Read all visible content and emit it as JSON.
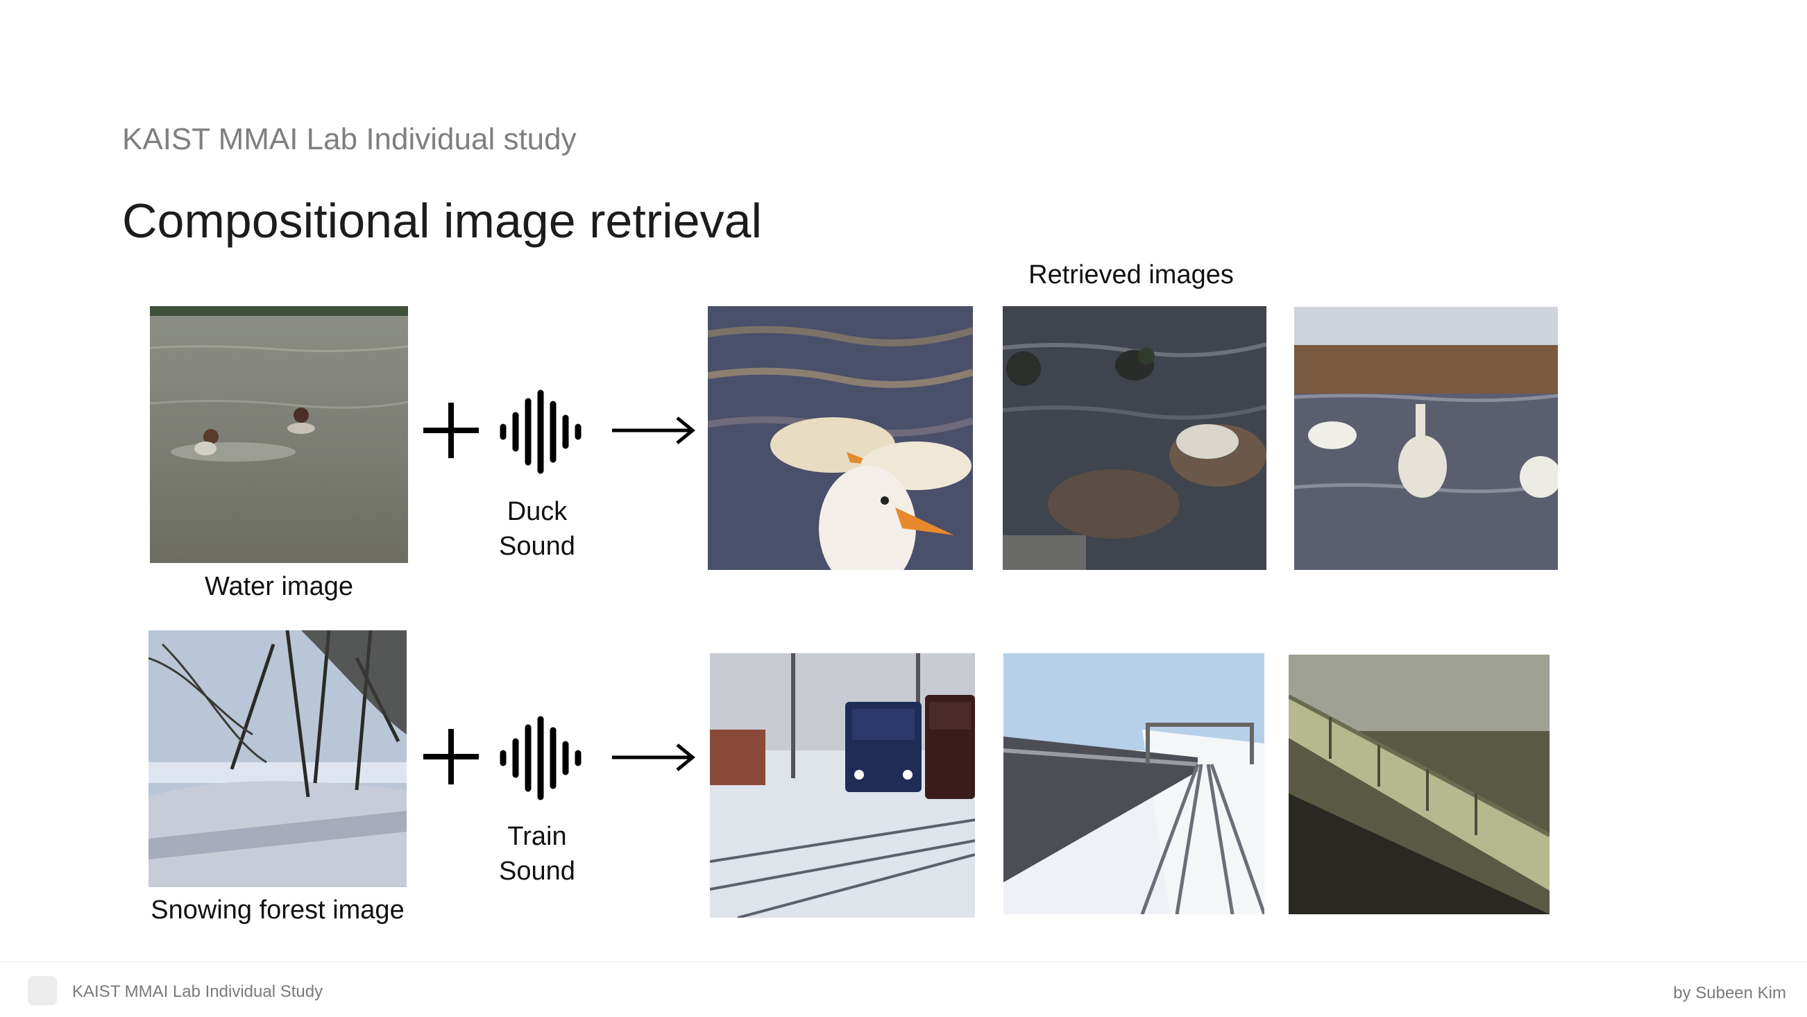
{
  "header": {
    "subtitle": "KAIST MMAI Lab Individual study",
    "title": "Compositional image retrieval"
  },
  "retrieved_label": "Retrieved images",
  "rows": [
    {
      "query_caption": "Water image",
      "sound_label_line1": "Duck",
      "sound_label_line2": "Sound"
    },
    {
      "query_caption": "Snowing forest image",
      "sound_label_line1": "Train",
      "sound_label_line2": "Sound"
    }
  ],
  "icons": {
    "plus": "plus-icon",
    "sound": "sound-wave-icon",
    "arrow": "arrow-right-icon"
  },
  "footer": {
    "left_text": "KAIST MMAI Lab Individual Study",
    "right_text": "by Subeen Kim"
  }
}
